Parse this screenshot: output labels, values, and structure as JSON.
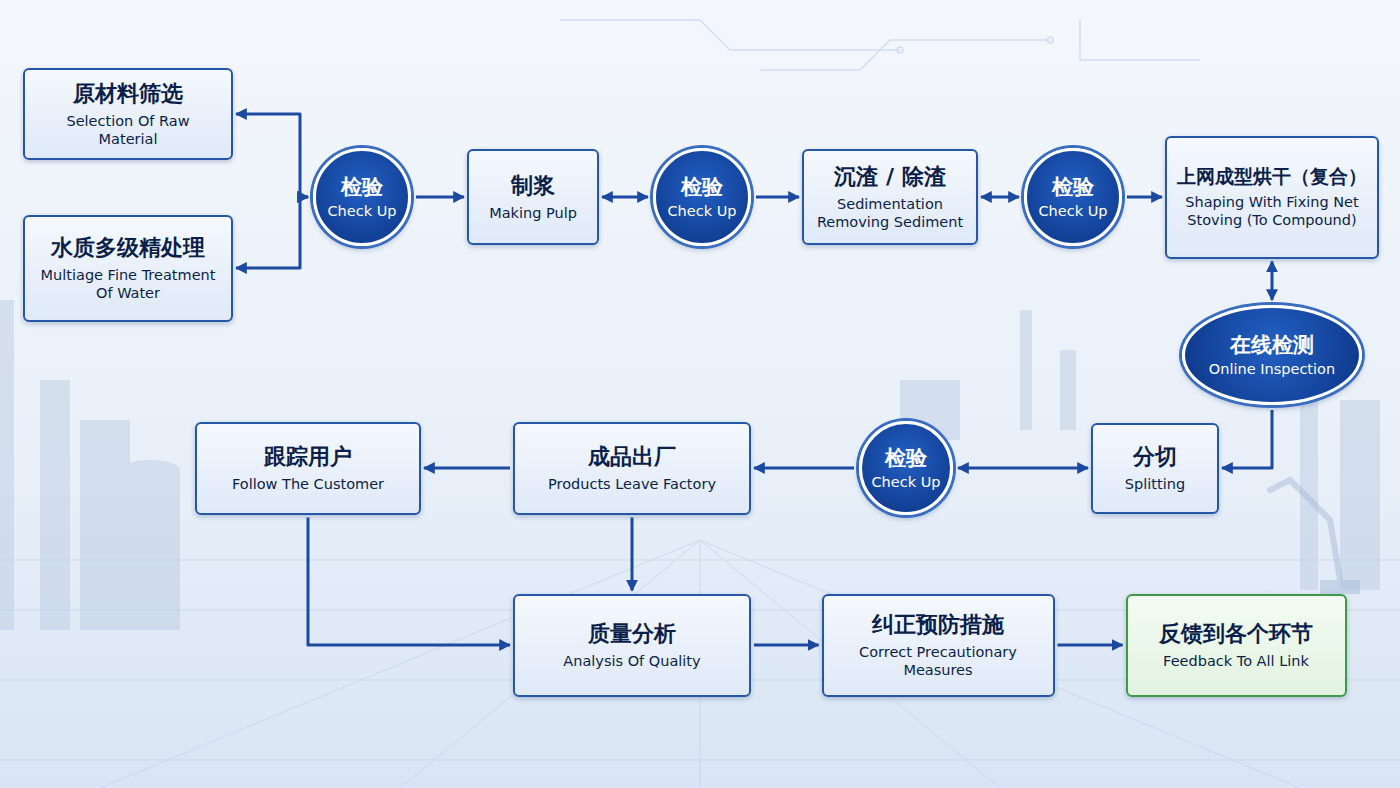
{
  "diagram": {
    "nodes": [
      {
        "text": [
          "原材料筛选",
          "Selection Of Raw Material"
        ]
      },
      {
        "text": [
          "水质多级精处理",
          "Multiage Fine Treatment Of Water"
        ]
      },
      {
        "text": [
          "检验",
          "Check Up"
        ]
      },
      {
        "text": [
          "制浆",
          "Making Pulp"
        ]
      },
      {
        "text": [
          "检验",
          "Check Up"
        ]
      },
      {
        "text": [
          "沉渣 / 除渣",
          "Sedimentation Removing Sediment"
        ]
      },
      {
        "text": [
          "检验",
          "Check Up"
        ]
      },
      {
        "text": [
          "上网成型烘干（复合）",
          "Shaping With Fixing Net Stoving (To Compound)"
        ]
      },
      {
        "text": [
          "在线检测",
          "Online Inspection"
        ]
      },
      {
        "text": [
          "分切",
          "Splitting"
        ]
      },
      {
        "text": [
          "检验",
          "Check Up"
        ]
      },
      {
        "text": [
          "成品出厂",
          "Products Leave Factory"
        ]
      },
      {
        "text": [
          "跟踪用户",
          "Follow The Customer"
        ]
      },
      {
        "text": [
          "质量分析",
          "Analysis Of Quality"
        ]
      },
      {
        "text": [
          "纠正预防措施",
          "Correct Precautionary Measures"
        ]
      },
      {
        "text": [
          "反馈到各个环节",
          "Feedback To All Link"
        ]
      }
    ],
    "edges": [
      {
        "from": 0,
        "to": 2,
        "arrow": "both"
      },
      {
        "from": 1,
        "to": 2,
        "arrow": "both"
      },
      {
        "from": 2,
        "to": 3,
        "arrow": "to"
      },
      {
        "from": 3,
        "to": 4,
        "arrow": "both"
      },
      {
        "from": 4,
        "to": 5,
        "arrow": "to"
      },
      {
        "from": 5,
        "to": 6,
        "arrow": "both"
      },
      {
        "from": 6,
        "to": 7,
        "arrow": "to"
      },
      {
        "from": 7,
        "to": 8,
        "arrow": "both"
      },
      {
        "from": 8,
        "to": 9,
        "arrow": "to"
      },
      {
        "from": 9,
        "to": 10,
        "arrow": "both"
      },
      {
        "from": 10,
        "to": 11,
        "arrow": "to"
      },
      {
        "from": 11,
        "to": 12,
        "arrow": "to"
      },
      {
        "from": 11,
        "to": 13,
        "arrow": "to"
      },
      {
        "from": 12,
        "to": 13,
        "arrow": "to"
      },
      {
        "from": 13,
        "to": 14,
        "arrow": "to"
      },
      {
        "from": 14,
        "to": 15,
        "arrow": "to"
      }
    ]
  }
}
